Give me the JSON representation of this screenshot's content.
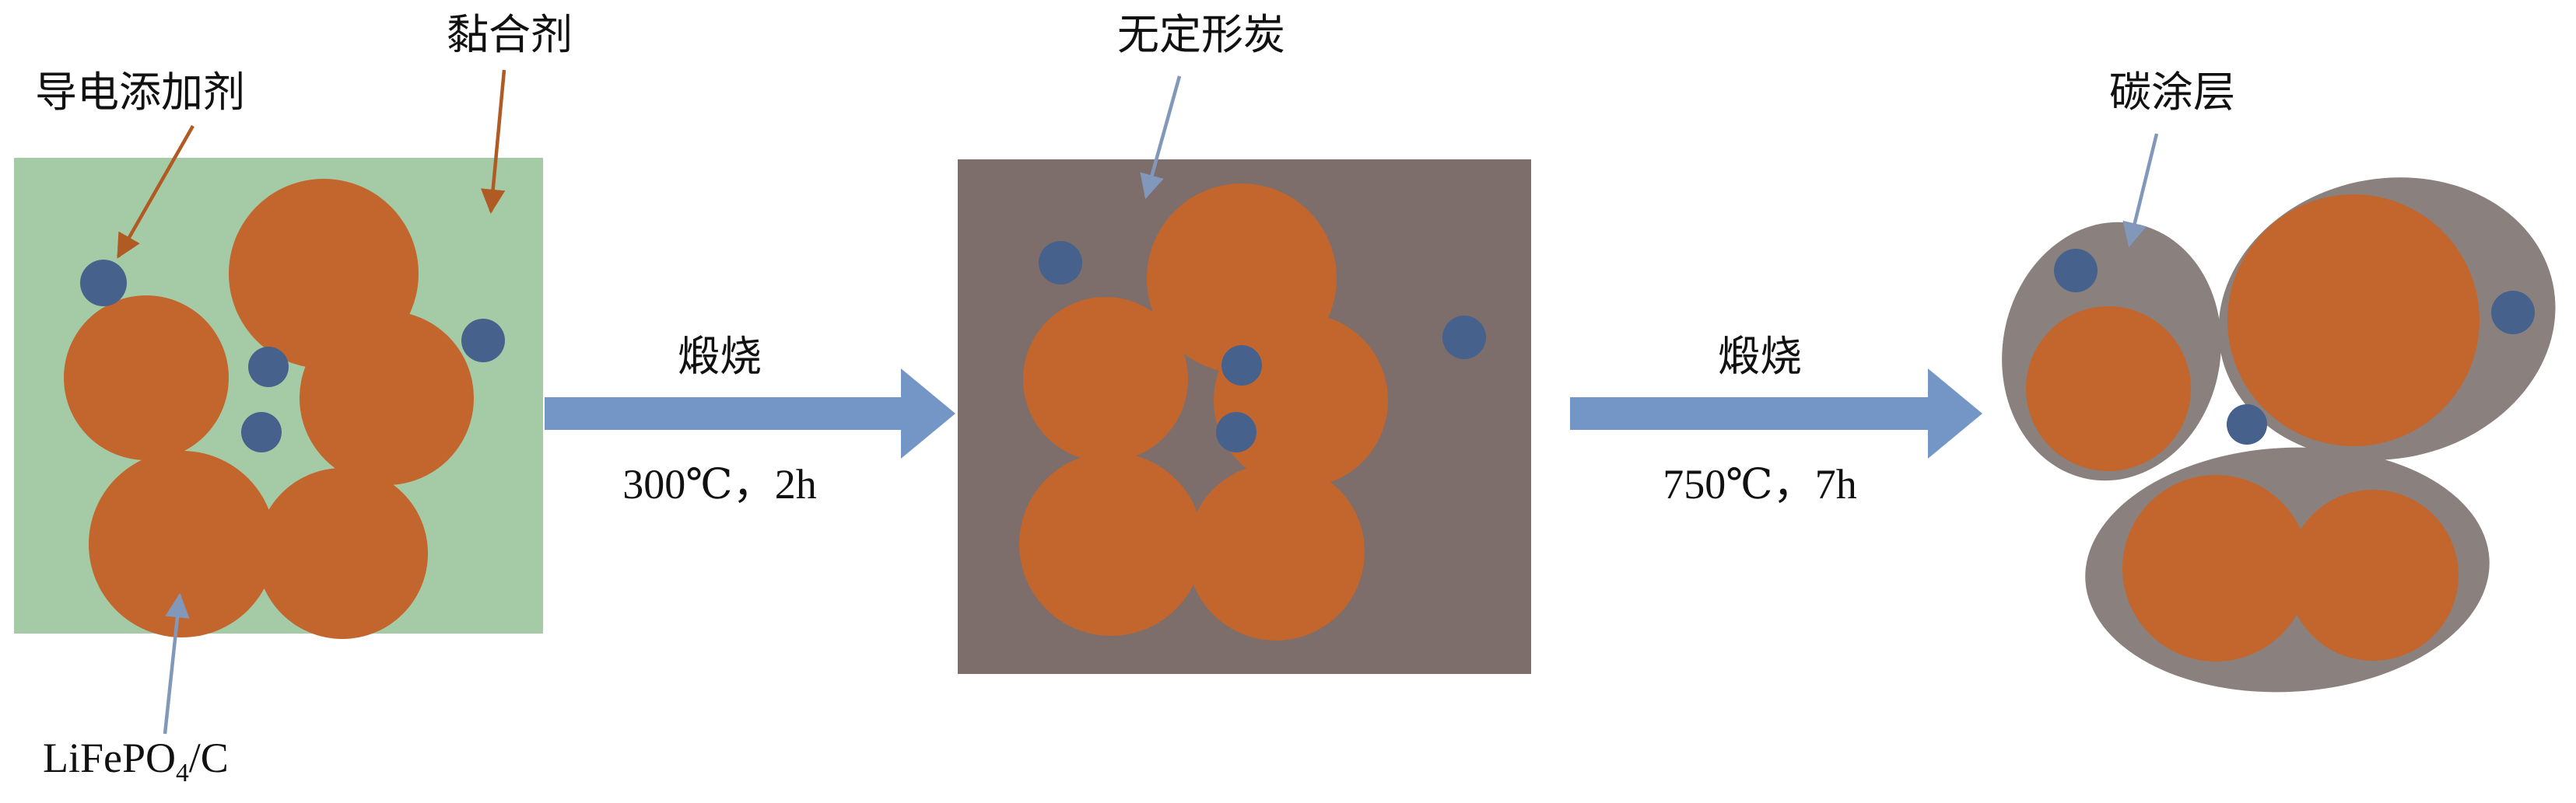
{
  "diagram": {
    "labels": {
      "conductive_additive": "导电添加剂",
      "binder": "黏合剂",
      "amorphous_carbon": "无定形炭",
      "carbon_coating": "碳涂层",
      "lifepo4_prefix": "LiFePO",
      "lifepo4_sub": "4",
      "lifepo4_suffix": "/C"
    },
    "steps": [
      {
        "process": "煅烧",
        "condition": "300℃，2h"
      },
      {
        "process": "煅烧",
        "condition": "750℃，7h"
      }
    ],
    "colors": {
      "background": "#ffffff",
      "text_black": "#111111",
      "binder_green": "#a5cba6",
      "particle_orange": "#c2662d",
      "additive_blue": "#45618c",
      "matrix_gray": "#7d6e6b",
      "coating_gray": "#8a817e",
      "arrow_blue": "#7396c6",
      "pointer_orange": "#b05a24",
      "pointer_blue": "#8298ba"
    }
  }
}
